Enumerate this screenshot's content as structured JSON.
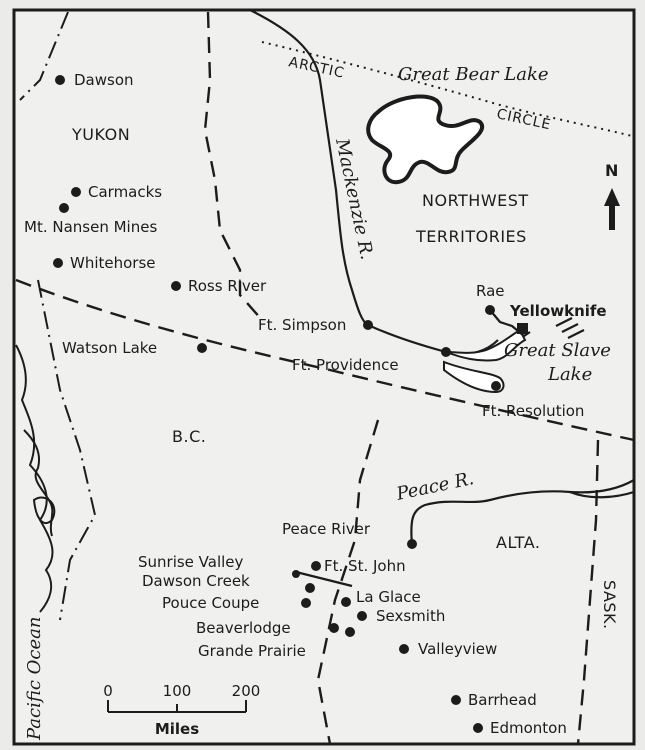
{
  "map": {
    "arctic_circle": [
      "ARCTIC",
      "CIRCLE"
    ],
    "water_labels": {
      "great_bear_lake": "Great Bear Lake",
      "mackenzie_river": "Mackenzie R.",
      "great_slave_lake_1": "Great Slave",
      "great_slave_lake_2": "Lake",
      "peace_river": "Peace R.",
      "pacific_ocean": "Pacific Ocean"
    },
    "regions": {
      "yukon": "YUKON",
      "nwt_1": "NORTHWEST",
      "nwt_2": "TERRITORIES",
      "bc": "B.C.",
      "alta": "ALTA.",
      "sask": "SASK."
    },
    "north_arrow": "N",
    "cities": [
      "Dawson",
      "Carmacks",
      "Mt. Nansen Mines",
      "Whitehorse",
      "Ross River",
      "Watson Lake",
      "Ft. Simpson",
      "Rae",
      "Yellowknife",
      "Ft. Providence",
      "Ft. Resolution",
      "Peace River",
      "Sunrise Valley",
      "Ft. St. John",
      "Dawson Creek",
      "La Glace",
      "Pouce Coupe",
      "Sexsmith",
      "Beaverlodge",
      "Grande Prairie",
      "Valleyview",
      "Barrhead",
      "Edmonton"
    ],
    "scale": {
      "ticks": [
        "0",
        "100",
        "200"
      ],
      "unit": "Miles"
    }
  }
}
